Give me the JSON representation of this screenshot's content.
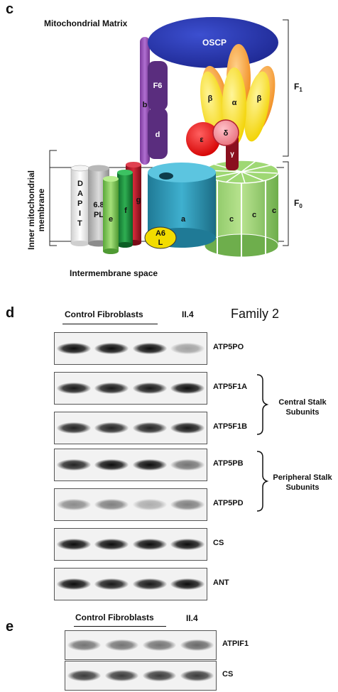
{
  "panel_c": {
    "letter": "c",
    "mito_matrix": "Mitochondrial Matrix",
    "inner_membrane_line1": "Inner mitochondrial",
    "inner_membrane_line2": "membrane",
    "intermembrane": "Intermembrane space",
    "f1_label": "F",
    "f1_sub": "1",
    "f0_label": "F",
    "f0_sub": "0",
    "subunits": {
      "oscp": "OSCP",
      "f6": "F6",
      "b": "b",
      "d": "d",
      "alpha": "α",
      "beta_left": "β",
      "beta_right": "β",
      "epsilon": "ε",
      "delta": "δ",
      "gamma": "γ",
      "a": "a",
      "c1": "c",
      "c2": "c",
      "c3": "c",
      "dapit": "D A P I T",
      "pl_line1": "6.8",
      "pl_line2": "PL",
      "e": "e",
      "f": "f",
      "g": "g",
      "a6_line1": "A6",
      "a6_line2": "L"
    }
  },
  "panel_d": {
    "letter": "d",
    "control_label": "Control Fibroblasts",
    "patient_label": "II.4",
    "family_label": "Family 2",
    "blots": [
      {
        "name": "ATP5PO",
        "bands": [
          1.0,
          1.0,
          1.0,
          0.35
        ]
      },
      {
        "name": "ATP5F1A",
        "bands": [
          0.95,
          0.95,
          0.95,
          1.0
        ]
      },
      {
        "name": "ATP5F1B",
        "bands": [
          0.9,
          0.9,
          0.9,
          0.95
        ]
      },
      {
        "name": "ATP5PB",
        "bands": [
          0.9,
          1.0,
          1.0,
          0.55
        ]
      },
      {
        "name": "ATP5PD",
        "bands": [
          0.45,
          0.5,
          0.3,
          0.5
        ]
      },
      {
        "name": "CS",
        "bands": [
          1.0,
          1.0,
          1.0,
          1.0
        ]
      },
      {
        "name": "ANT",
        "bands": [
          1.0,
          0.95,
          0.95,
          1.0
        ]
      }
    ],
    "central_stalk_line1": "Central Stalk",
    "central_stalk_line2": "Subunits",
    "peripheral_stalk_line1": "Peripheral Stalk",
    "peripheral_stalk_line2": "Subunits"
  },
  "panel_e": {
    "letter": "e",
    "control_label": "Control Fibroblasts",
    "patient_label": "II.4",
    "blots": [
      {
        "name": "ATPIF1",
        "bands": [
          0.55,
          0.55,
          0.55,
          0.6
        ]
      },
      {
        "name": "CS",
        "bands": [
          0.8,
          0.8,
          0.8,
          0.8
        ]
      }
    ]
  }
}
